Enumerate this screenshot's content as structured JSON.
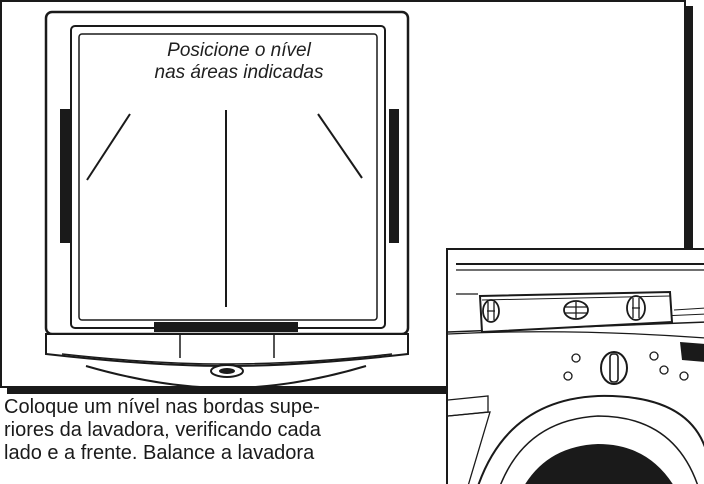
{
  "diagram": {
    "caption_lines": [
      "Posicione o nível",
      "nas áreas indicadas"
    ]
  },
  "instructions": {
    "lines": [
      "Coloque um nível nas bordas supe-",
      "riores da lavadora, verificando cada",
      "lado e a frente. Balance a lavadora"
    ]
  }
}
